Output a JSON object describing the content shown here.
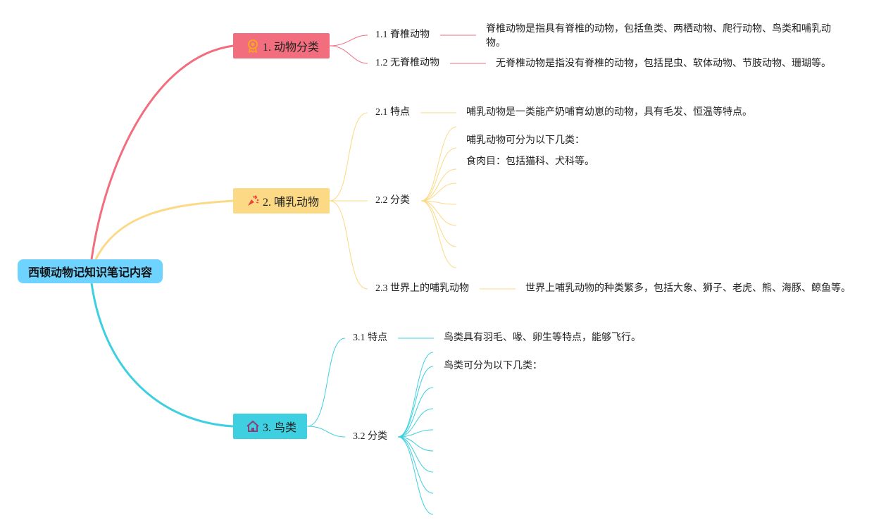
{
  "root": {
    "title": "西顿动物记知识笔记内容"
  },
  "branches": [
    {
      "title": "1. 动物分类",
      "color": "#f26d7d",
      "icon": "award-ribbon-icon",
      "children": [
        {
          "label": "1.1 脊椎动物",
          "desc": "脊椎动物是指具有脊椎的动物，包括鱼类、两栖动物、爬行动物、鸟类和哺乳动物。"
        },
        {
          "label": "1.2 无脊椎动物",
          "desc": "无脊椎动物是指没有脊椎的动物，包括昆虫、软体动物、节肢动物、珊瑚等。"
        }
      ]
    },
    {
      "title": "2. 哺乳动物",
      "color": "#fcd985",
      "icon": "party-popper-icon",
      "children": [
        {
          "label": "2.1 特点",
          "desc": "哺乳动物是一类能产奶哺育幼崽的动物，具有毛发、恒温等特点。"
        },
        {
          "label": "2.2 分类",
          "items": [
            "哺乳动物可分为以下几类：",
            "食肉目：包括猫科、犬科等。"
          ]
        },
        {
          "label": "2.3 世界上的哺乳动物",
          "desc": "世界上哺乳动物的种类繁多，包括大象、狮子、老虎、熊、海豚、鲸鱼等。"
        }
      ]
    },
    {
      "title": "3. 鸟类",
      "color": "#3ed0e0",
      "icon": "house-icon",
      "children": [
        {
          "label": "3.1 特点",
          "desc": "鸟类具有羽毛、喙、卵生等特点，能够飞行。"
        },
        {
          "label": "3.2 分类",
          "items": [
            "鸟类可分为以下几类："
          ]
        }
      ]
    }
  ]
}
